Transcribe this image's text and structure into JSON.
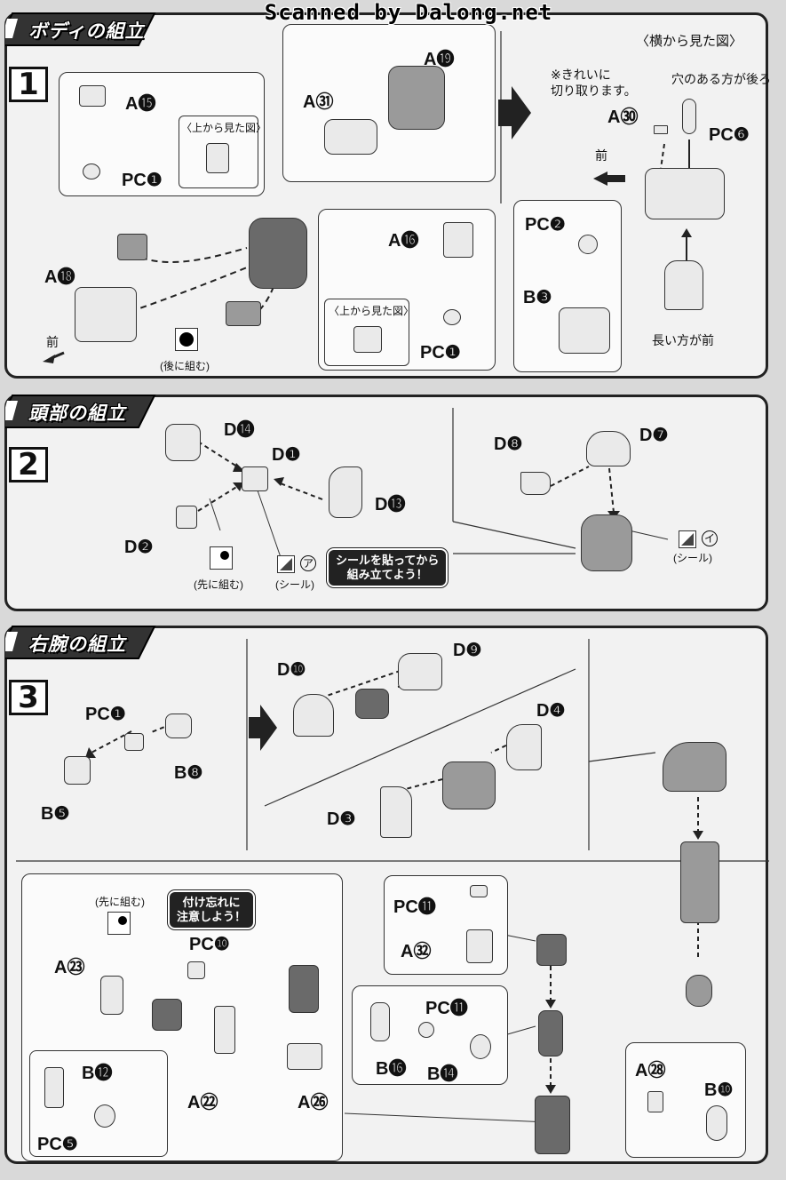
{
  "scan_credit": "Scanned by Dalong.net",
  "sections": {
    "body": {
      "banner": "ボディの組立",
      "step": "1",
      "labels": {
        "a15": "A⓯",
        "pc1_top": "PC❶",
        "top_view_1": "〈上から見た図〉",
        "a31": "A㉛",
        "a19": "A⓳",
        "a18": "A⓲",
        "front_1": "前",
        "assemble_later": "(後に組む)",
        "top_view_2": "〈上から見た図〉",
        "a16": "A⓰",
        "pc1_bottom": "PC❶",
        "side_view": "〈横から見た図〉",
        "cut_clean": "※きれいに\n切り取ります。",
        "a30": "A㉚",
        "hole_back": "穴のある方が後ろ",
        "pc6": "PC❻",
        "front_2": "前",
        "pc2": "PC❷",
        "b3": "B❸",
        "long_front": "長い方が前"
      }
    },
    "head": {
      "banner": "頭部の組立",
      "step": "2",
      "labels": {
        "d14": "D⓮",
        "d1": "D❶",
        "d13": "D⓭",
        "d2": "D❷",
        "assemble_first": "(先に組む)",
        "sticker_a": "(シール)",
        "sticker_a_mark": "ア",
        "sticker_badge": "シールを貼ってから\n組み立てよう！",
        "d8": "D❽",
        "d7": "D❼",
        "sticker_b": "(シール)",
        "sticker_b_mark": "イ"
      }
    },
    "right_arm": {
      "banner": "右腕の組立",
      "step": "3",
      "labels": {
        "pc1": "PC❶",
        "b8": "B❽",
        "b5": "B❺",
        "d10": "D❿",
        "d9": "D❾",
        "d4": "D❹",
        "d3": "D❸",
        "assemble_first": "(先に組む)",
        "dont_forget": "付け忘れに\n注意しよう！",
        "pc10": "PC❿",
        "a23": "A㉓",
        "a22": "A㉒",
        "b12": "B⓬",
        "pc5": "PC❺",
        "a26": "A㉖",
        "pc11_top": "PC⓫",
        "a32": "A㉜",
        "pc11_mid": "PC⓫",
        "b16": "B⓰",
        "b14": "B⓮",
        "a28": "A㉘",
        "b10": "B❿"
      }
    }
  }
}
